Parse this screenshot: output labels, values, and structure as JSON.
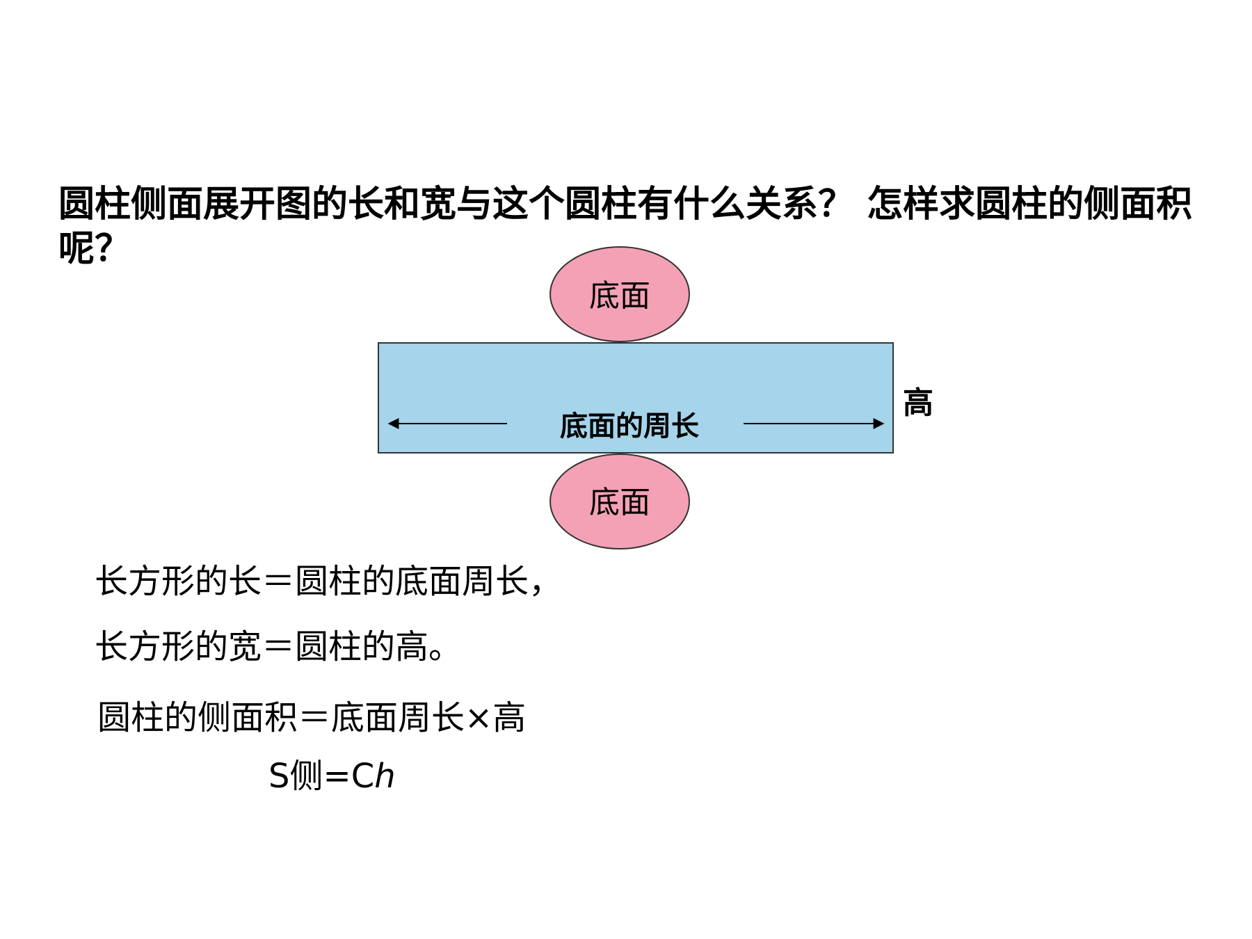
{
  "question": {
    "text": "圆柱侧面展开图的长和宽与这个圆柱有什么关系？ 怎样求圆柱的侧面积呢？"
  },
  "diagram": {
    "top_circle_label": "底面",
    "bottom_circle_label": "底面",
    "rect_label": "底面的周长",
    "height_label": "高",
    "colors": {
      "circle_fill": "#f4a1b6",
      "rect_fill": "#a6d4ea",
      "stroke": "#333333"
    }
  },
  "formulas": {
    "line1": "长方形的长＝圆柱的底面周长，",
    "line2": "长方形的宽＝圆柱的高。",
    "line3": "圆柱的侧面积＝底面周长×高",
    "line4_prefix": "S侧=C",
    "line4_var": "h"
  }
}
